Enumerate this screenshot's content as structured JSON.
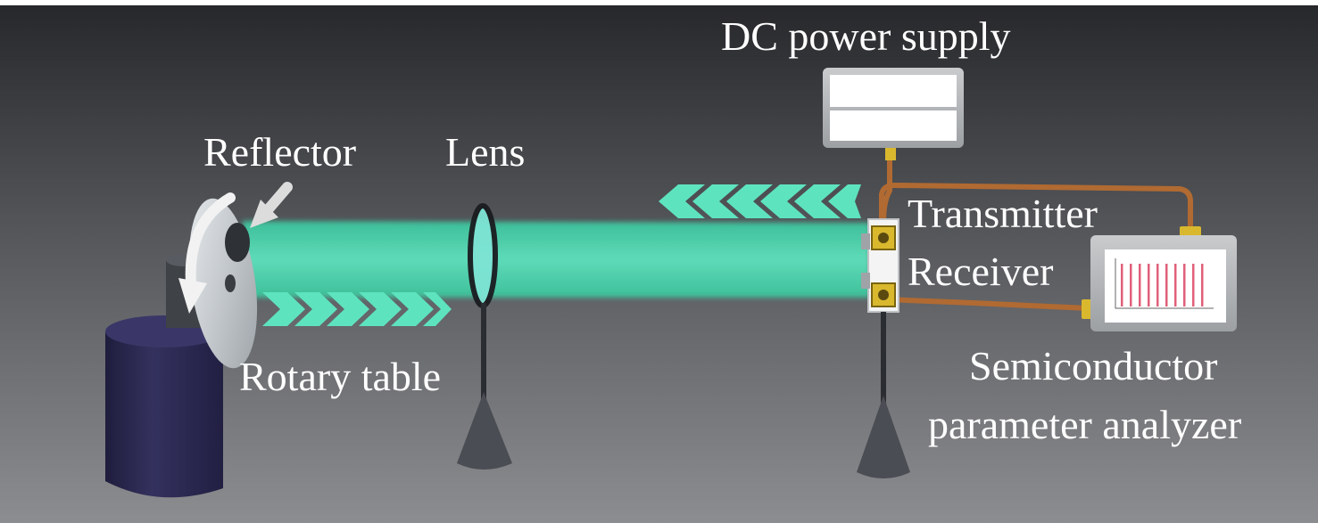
{
  "labels": {
    "dc_power_supply": "DC power supply",
    "reflector": "Reflector",
    "lens": "Lens",
    "transmitter": "Transmitter",
    "receiver": "Receiver",
    "rotary_table": "Rotary table",
    "semiconductor_line1": "Semiconductor",
    "semiconductor_line2": "parameter analyzer"
  },
  "colors": {
    "background_top": "#2a2b2e",
    "background_bottom": "#8a8b8e",
    "beam": "#4fd6b0",
    "chevron": "#5ee3bf",
    "cable": "#b06a32",
    "connector": "#d9b82e",
    "motor_body": "#2c2a50",
    "stand": "#4a4d53",
    "analyzer_bars": "#e0607a"
  },
  "beam_arrows": {
    "upper_direction": "left",
    "lower_direction": "right"
  }
}
